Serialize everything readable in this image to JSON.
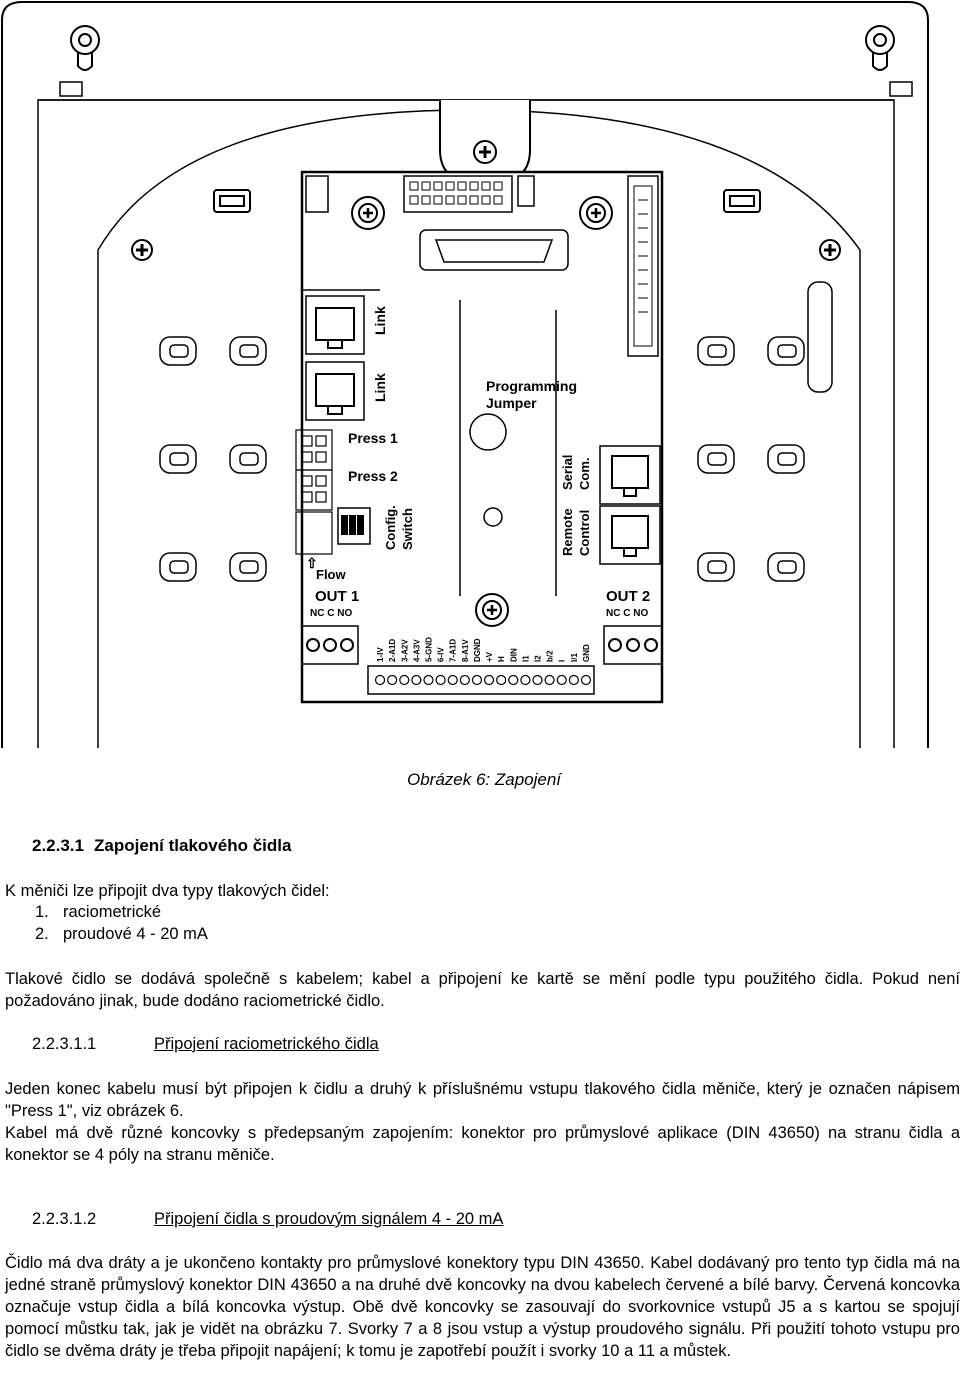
{
  "figure": {
    "labels": {
      "link1": "Link",
      "link2": "Link",
      "programming": "Programming",
      "jumper": "Jumper",
      "press1": "Press 1",
      "press2": "Press 2",
      "config": "Config.",
      "switch": "Switch",
      "flow": "Flow",
      "out1": "OUT 1",
      "out2": "OUT 2",
      "nc_c_no_1": "NC C NO",
      "nc_c_no_2": "NC C NO",
      "serial": "Serial",
      "com": "Com.",
      "remote": "Remote",
      "control": "Control"
    },
    "terminal_labels": [
      "1-IV",
      "2-A1D",
      "3-A2V",
      "4-A3V",
      "5-GND",
      "6-IV",
      "7-A1D",
      "8-A1V",
      "DGND",
      "+V",
      "H",
      "DIN",
      "I1",
      "I2",
      "b/2",
      "I",
      "I/1",
      "GND"
    ]
  },
  "caption": "Obrázek 6: Zapojení",
  "section": {
    "number": "2.2.3.1",
    "title": "Zapojení tlakového čidla"
  },
  "intro": "K měniči lze připojit dva typy tlakových čidel:",
  "list": [
    {
      "n": "1.",
      "text": "raciometrické"
    },
    {
      "n": "2.",
      "text": "proudové 4 - 20 mA"
    }
  ],
  "para1": "Tlakové čidlo se dodává společně s kabelem; kabel a připojení ke kartě se mění podle typu použitého čidla. Pokud není požadováno jinak, bude dodáno raciometrické čidlo.",
  "sub1": {
    "number": "2.2.3.1.1",
    "title": "Připojení raciometrického čidla"
  },
  "para2": "Jeden konec kabelu musí být připojen k čidlu a druhý k příslušnému vstupu tlakového čidla měniče, který je označen nápisem \"Press 1\", viz obrázek 6.",
  "para3": "Kabel má dvě různé koncovky s předepsaným zapojením: konektor pro průmyslové aplikace (DIN 43650) na stranu čidla a konektor se 4 póly na stranu měniče.",
  "sub2": {
    "number": "2.2.3.1.2",
    "title": "Připojení čidla s proudovým signálem 4 - 20 mA"
  },
  "para4": "Čidlo má dva dráty a je ukončeno kontakty pro průmyslové konektory typu DIN 43650. Kabel dodávaný pro tento typ čidla má na jedné straně průmyslový konektor DIN 43650 a na druhé dvě koncovky na dvou kabelech červené a bílé barvy. Červená koncovka označuje vstup čidla a bílá koncovka výstup. Obě dvě koncovky se zasouvají do svorkovnice vstupů J5 a s kartou se spojují pomocí můstku tak, jak je vidět na obrázku 7. Svorky 7 a 8 jsou vstup a výstup proudového signálu. Při použití tohoto vstupu pro čidlo se dvěma dráty je třeba připojit napájení; k tomu je zapotřebí použít i svorky 10 a 11 a můstek."
}
